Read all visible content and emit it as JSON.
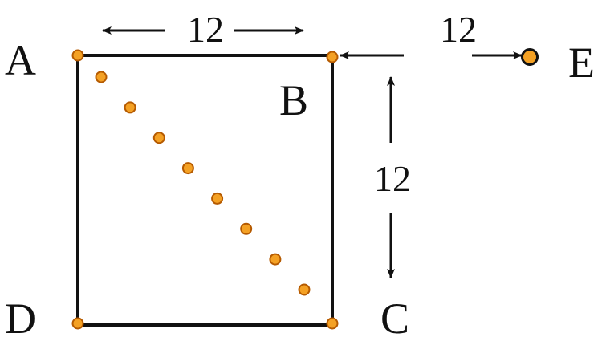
{
  "vertices": {
    "A": "A",
    "B": "B",
    "C": "C",
    "D": "D",
    "E": "E"
  },
  "dimensions": {
    "top": "12",
    "right": "12",
    "to_e": "12"
  },
  "colors": {
    "line": "#111111",
    "point_fill": "#f4a124",
    "point_stroke": "#b55a00"
  },
  "diagonal_point_count": 8
}
